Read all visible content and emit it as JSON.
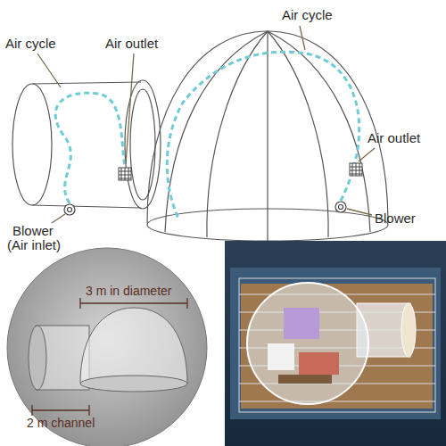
{
  "diagram": {
    "labels": [
      "Air cycle",
      "Air cycle",
      "Air outlet",
      "Air outlet",
      "Blower",
      "(Air inlet)",
      "Blower",
      "3 m in diameter",
      "2 m channel"
    ]
  }
}
